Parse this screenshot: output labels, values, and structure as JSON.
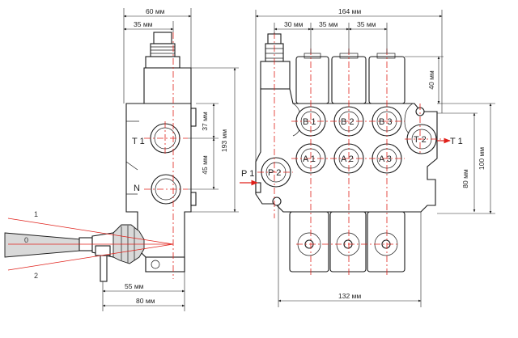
{
  "dimensions": {
    "side_width": "60 мм",
    "side_offset": "35 мм",
    "side_height": "193 мм",
    "port_spacing_upper": "37 мм",
    "port_spacing_lower": "45 мм",
    "lever_offset": "55 мм",
    "side_depth": "80 мм",
    "front_width": "164 мм",
    "inlet_offset": "30 мм",
    "spool_pitch_1": "35 мм",
    "spool_pitch_2": "35 мм",
    "cap_height": "40 мм",
    "outlet_height": "100 мм",
    "port_height": "80 мм",
    "body_width": "132 мм"
  },
  "ports": {
    "b1": "B 1",
    "b2": "B 2",
    "b3": "B 3",
    "a1": "A 1",
    "a2": "A 2",
    "a3": "A 3",
    "t2": "T 2",
    "p2": "P 2",
    "p1": "P 1",
    "t1_front": "T 1",
    "t1_side": "T 1",
    "n_side": "N"
  },
  "lever_positions": {
    "pos1": "1",
    "pos0": "0",
    "pos2": "2"
  },
  "colors": {
    "centerline": "#e0201a",
    "outline": "#1a1a1a",
    "shade": "#d9d9d9"
  }
}
